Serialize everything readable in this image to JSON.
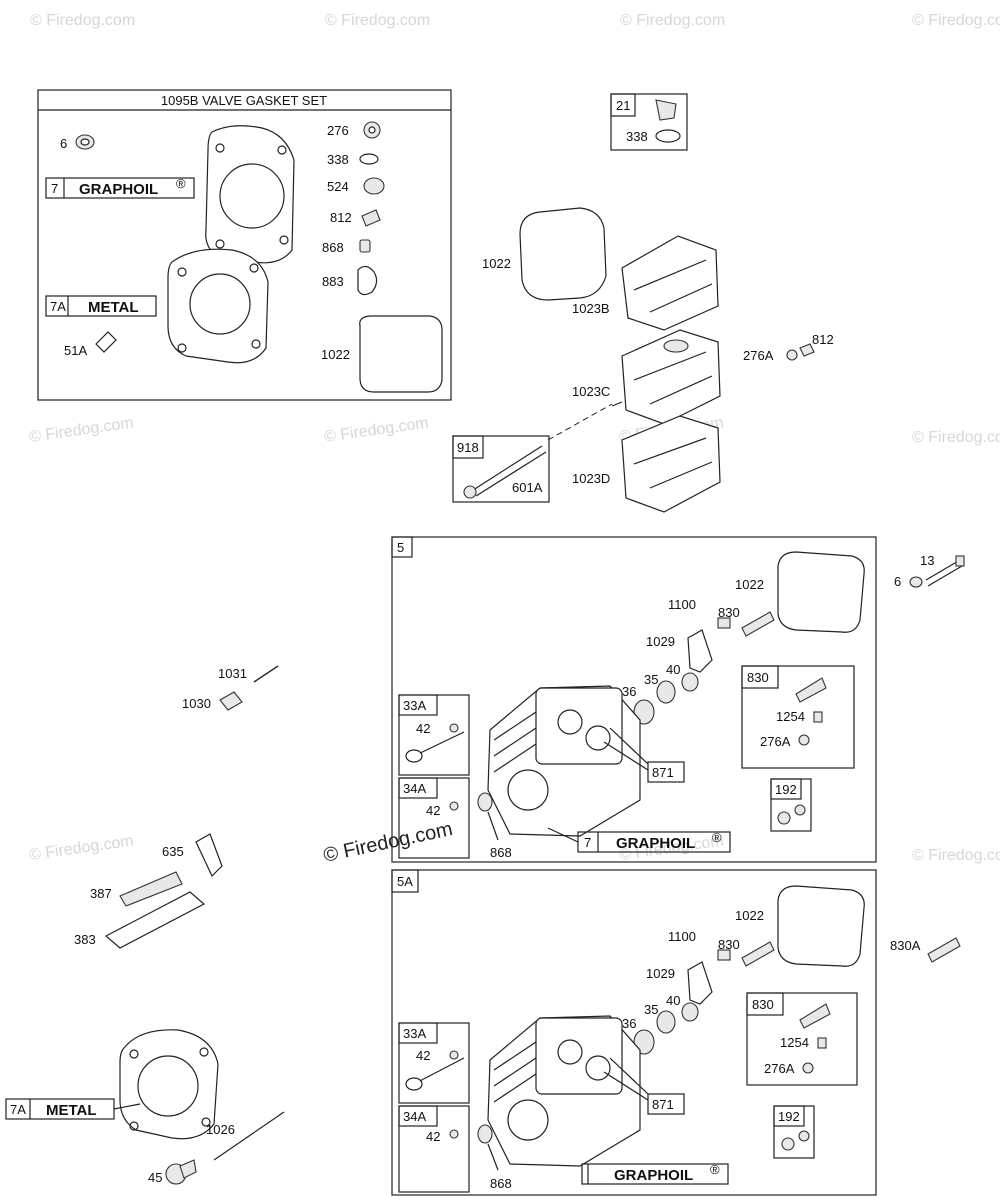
{
  "watermark": "© Firedog.com",
  "labels": {
    "gasket_set_title": "1095B VALVE GASKET SET",
    "graphoil": "GRAPHOIL",
    "reg": "®",
    "metal": "METAL",
    "p6": "6",
    "p7": "7",
    "p7a": "7A",
    "p51a": "51A",
    "p276": "276",
    "p338": "338",
    "p524": "524",
    "p812": "812",
    "p868": "868",
    "p883": "883",
    "p1022": "1022",
    "p21": "21",
    "p1023b": "1023B",
    "p1023c": "1023C",
    "p1023d": "1023D",
    "p276a": "276A",
    "p918": "918",
    "p601a": "601A",
    "p5": "5",
    "p5a": "5A",
    "p13": "13",
    "p1100": "1100",
    "p830": "830",
    "p1029": "1029",
    "p35": "35",
    "p40": "40",
    "p36": "36",
    "p1254": "1254",
    "p33a": "33A",
    "p42": "42",
    "p34a": "34A",
    "p871": "871",
    "p192": "192",
    "p830a": "830A",
    "p1031": "1031",
    "p1030": "1030",
    "p635": "635",
    "p387": "387",
    "p383": "383",
    "p1026": "1026",
    "p45": "45"
  }
}
